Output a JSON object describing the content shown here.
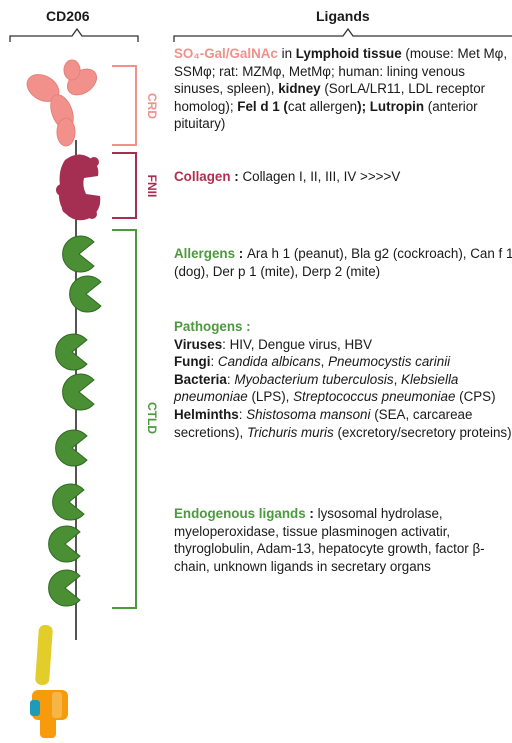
{
  "headers": {
    "left": "CD206",
    "right": "Ligands"
  },
  "domains": {
    "crd": "CRD",
    "fnii": "FNII",
    "ctld": "CTLD"
  },
  "crd_text": {
    "ligand": "SO₄-Gal/GalNAc",
    "p1": " in ",
    "lymphoid": "Lymphoid tissue",
    "p2": " (mouse: Met Mφ, SSMφ; rat: MZMφ, MetMφ; human: lining venous sinuses, spleen), ",
    "kidney": "kidney",
    "p3": " (SorLA/LR11, LDL receptor homolog); ",
    "feld": "Fel d 1 (",
    "p4": "cat allergen",
    "close": ");",
    "lutropin": " Lutropin",
    "p5": " (anterior pituitary)"
  },
  "collagen": {
    "label": "Collagen",
    "sep": " : ",
    "rest": "Collagen I, II, III, IV >>>>V"
  },
  "allergens": {
    "label": "Allergens",
    "sep": " : ",
    "rest": "Ara h 1 (peanut), Bla g2 (cockroach), Can f 1 (dog), Der p 1 (mite), Derp 2 (mite)"
  },
  "pathogens": {
    "label": "Pathogens :",
    "viruses_label": "Viruses",
    "viruses": ": HIV, Dengue virus, HBV",
    "fungi_label": "Fungi",
    "fungi_sep": ": ",
    "fungi_1": "Candida albicans",
    "fungi_comma": ", ",
    "fungi_2": "Pneumocystis carinii",
    "bacteria_label": "Bacteria",
    "bacteria_sep": ": ",
    "bact_1": "Myobacterium tuberculosis",
    "comma1": ",",
    "bact_2": "Klebsiella pneumoniae",
    "lps": " (LPS), ",
    "bact_3": "Streptococcus pneumoniae",
    "cps": " (CPS)",
    "helminths_label": "Helminths",
    "helminths_sep": ": ",
    "helm_1": "Shistosoma mansoni",
    "sea": " (SEA, carcareae secretions), ",
    "helm_2": "Trichuris muris",
    "excretory": " (excretory/secretory proteins)"
  },
  "endogenous": {
    "label": "Endogenous ligands",
    "sep": " : ",
    "rest": "lysosomal hydrolase, myeloperoxidase, tissue plasminogen activatir, thyroglobulin, Adam-13, hepatocyte growth, factor β-chain, unknown ligands in secretary organs"
  },
  "colors": {
    "crd": "#f2918c",
    "fnii": "#a52f52",
    "ctld": "#2e7d32",
    "tm": "#e2cd2a",
    "cyto": "#f79a0b"
  }
}
